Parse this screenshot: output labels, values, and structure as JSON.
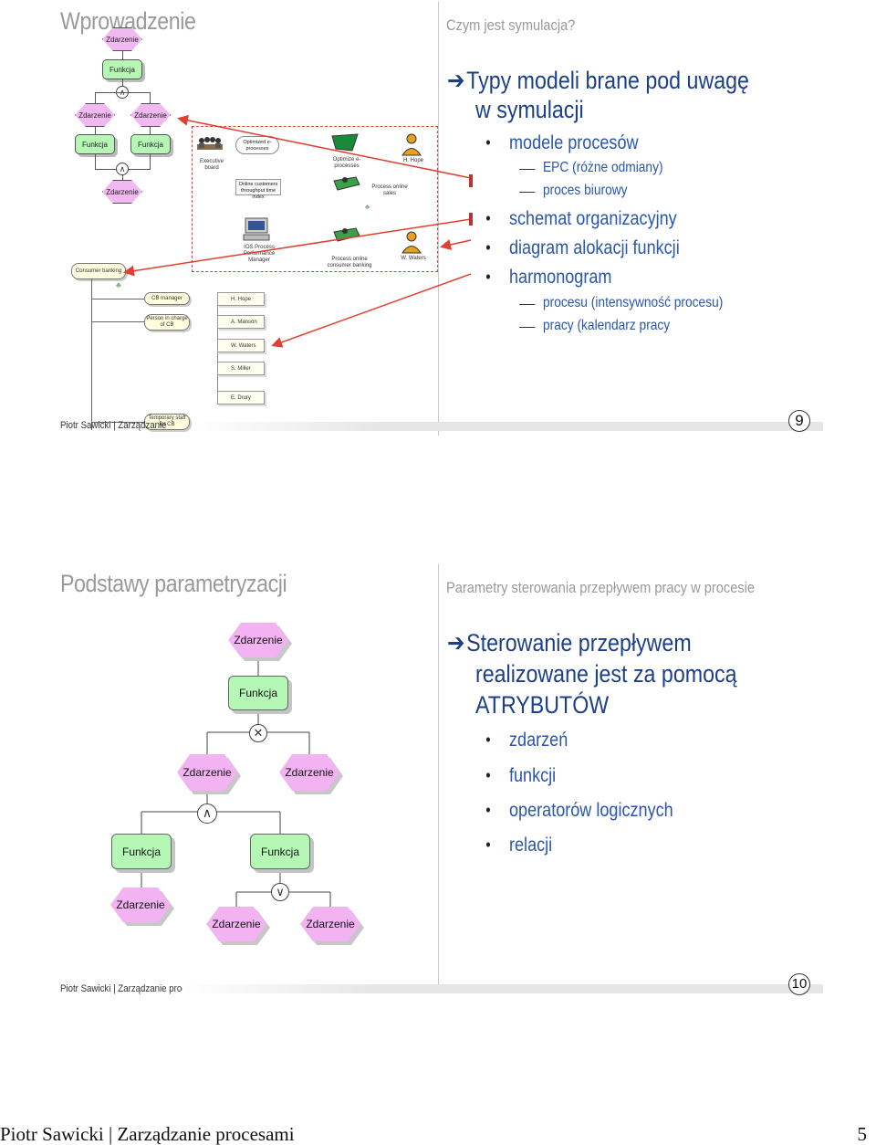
{
  "slide9": {
    "title": "Wprowadzenie",
    "subtitle": "Czym jest symulacja?",
    "heading_line1": "Typy modeli brane pod uwagę",
    "heading_line2": "w symulacji",
    "bullets": {
      "b1": "modele procesów",
      "b1_sub1": "EPC (różne odmiany)",
      "b1_sub2": "proces biurowy",
      "b2": "schemat organizacyjny",
      "b3": "diagram alokacji funkcji",
      "b4": "harmonogram",
      "b4_sub1": "procesu (intensywność procesu)",
      "b4_sub2": "pracy (kalendarz pracy"
    },
    "footer": "Piotr Sawicki  |  Zarządzanie",
    "page_number": "9",
    "diagram": {
      "events": [
        "Zdarzenie",
        "Zdarzenie",
        "Zdarzenie",
        "Zdarzenie"
      ],
      "functions": [
        "Funkcja",
        "Funkcja",
        "Funkcja"
      ],
      "org_units": {
        "consumer_banking": "Consumer banking",
        "cb_manager": "CB manager",
        "person_in_charge": "Person in charge of CB",
        "temporary_staff": "Temporary staff for CB"
      },
      "persons": [
        "H. Hope",
        "A. Manson",
        "W. Waters",
        "S. Miller",
        "E. Drury"
      ],
      "alloc": {
        "executive_board": "Executive board",
        "optimized_eprocesses": "Optimized e-processes",
        "online_customers": "Online customers throughput time index",
        "ios_manager": "IOS Process Performance Manager",
        "optimize_eprocesses": "Optimize e-processes",
        "process_online_sales": "Process online sales",
        "process_online_consumer": "Process online consumer banking",
        "h_hope": "H. Hope",
        "w_waters": "W. Waters"
      }
    }
  },
  "slide10": {
    "title": "Podstawy parametryzacji",
    "subtitle": "Parametry sterowania przepływem pracy w procesie",
    "heading_line1": "Sterowanie przepływem",
    "heading_line2": "realizowane jest za pomocą",
    "heading_line3": "ATRYBUTÓW",
    "bullets": [
      "zdarzeń",
      "funkcji",
      "operatorów logicznych",
      "relacji"
    ],
    "footer": "Piotr Sawicki  |  Zarządzanie procesami",
    "page_number": "10",
    "diagram": {
      "event_top": "Zdarzenie",
      "function_top": "Funkcja",
      "event_left": "Zdarzenie",
      "event_right": "Zdarzenie",
      "function_left": "Funkcja",
      "function_right": "Funkcja",
      "event_bottom_left": "Zdarzenie",
      "event_bottom_mid": "Zdarzenie",
      "event_bottom_right": "Zdarzenie",
      "op_xor": "✕",
      "op_and": "∧",
      "op_or": "∨"
    }
  },
  "page_footer": {
    "text": "Piotr Sawicki | Zarządzanie procesami",
    "page": "5"
  },
  "colors": {
    "event": "#f1b8f1",
    "function": "#b6f7b6",
    "heading": "#1c3f8a",
    "bullet_text": "#2a55b0",
    "arrow": "#e04030"
  }
}
